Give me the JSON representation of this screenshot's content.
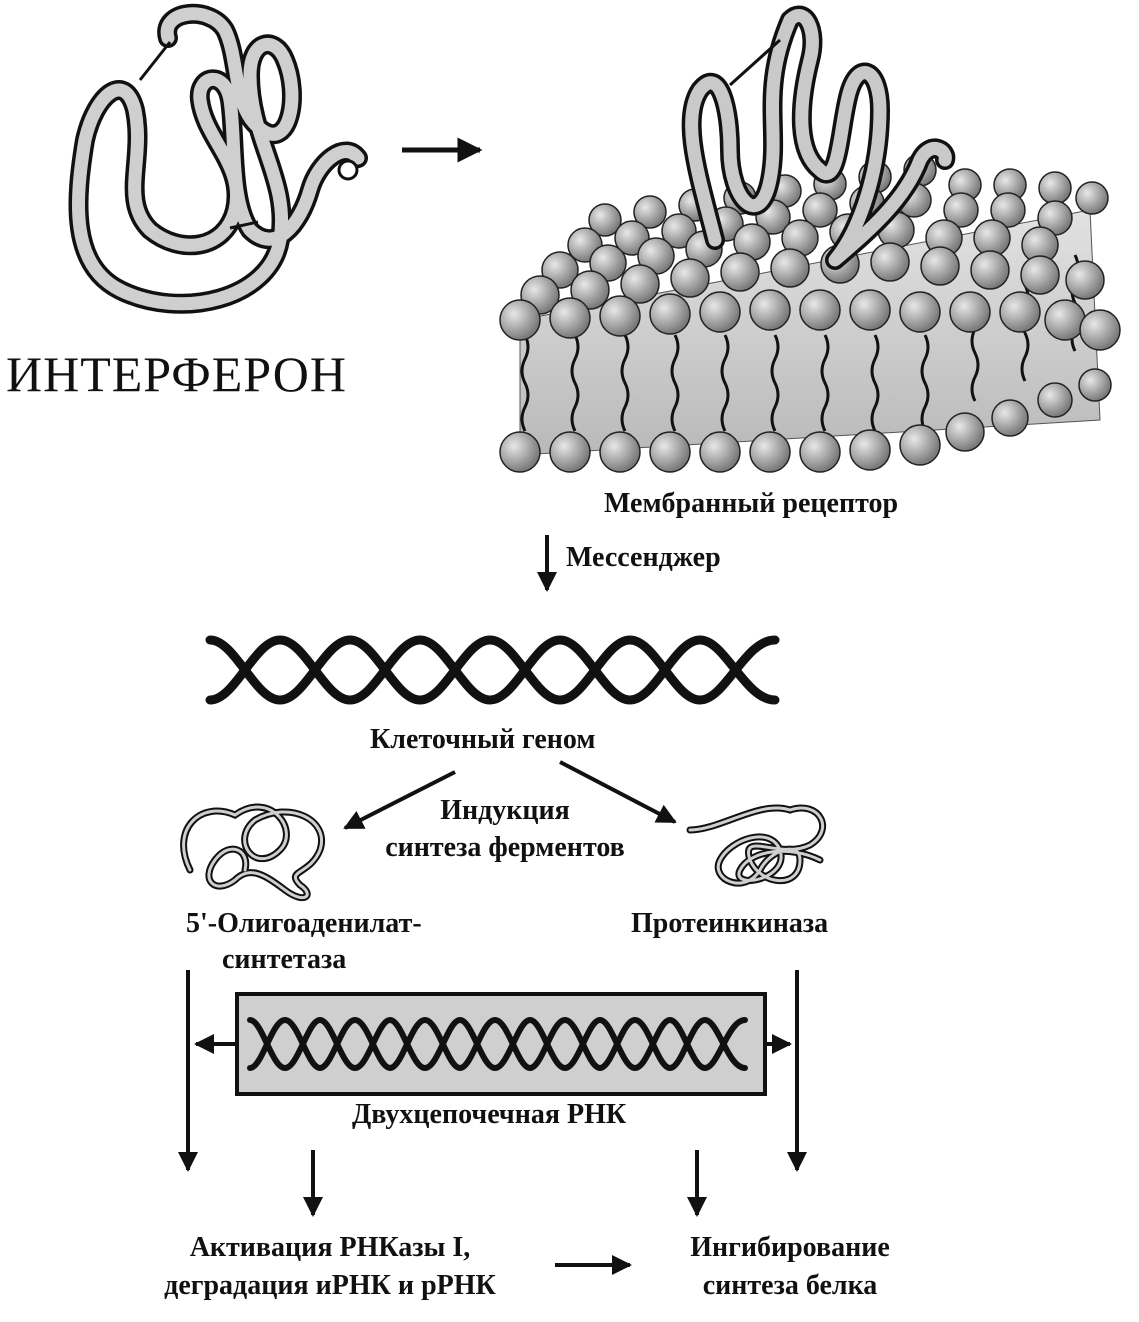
{
  "labels": {
    "interferon": "ИНТЕРФЕРОН",
    "membrane_receptor": "Мембранный рецептор",
    "messenger": "Мессенджер",
    "cell_genome": "Клеточный геном",
    "induction_line1": "Индукция",
    "induction_line2": "синтеза ферментов",
    "oligo_line1": "5'-Олигоаденилат-",
    "oligo_line2": "синтетаза",
    "protein_kinase": "Протеинкиназа",
    "ds_rna": "Двухцепочечная РНК",
    "activation_line1": "Активация РНКазы I,",
    "activation_line2": "деградация иРНК и рРНК",
    "inhibition_line1": "Ингибирование",
    "inhibition_line2": "синтеза белка"
  },
  "colors": {
    "ink": "#111111",
    "protein_fill": "#c9c9c9",
    "lipid_head": "#9a9a9a",
    "membrane_body": "#d6d6d6",
    "rna_box": "#cfcfcf"
  }
}
